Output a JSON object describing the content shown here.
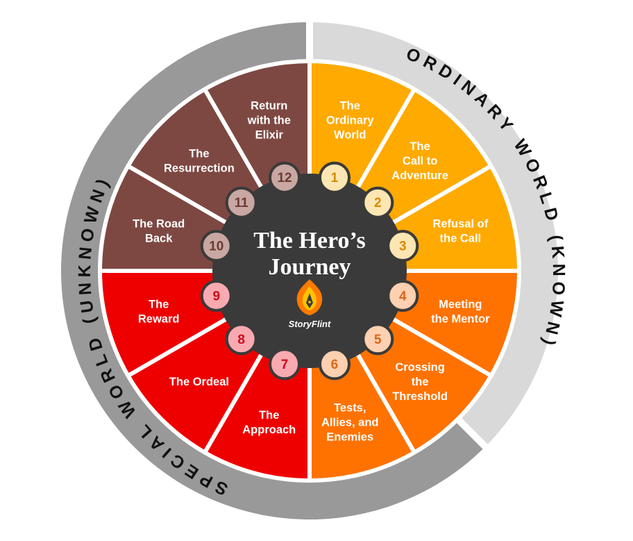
{
  "title": {
    "line1": "The Hero’s",
    "line2": "Journey"
  },
  "brand": {
    "name": "StoryFlint",
    "icon": "flame-pen-nib-icon"
  },
  "outer_ring": {
    "ordinary": "ORDINARY WORLD (KNOWN)",
    "special": "SPECIAL WORLD (UNKNOWN)"
  },
  "colors": {
    "ordinary_ring": "#d9d9d9",
    "special_ring": "#999999",
    "outline": "#ffffff",
    "hub": "#3a3a3a"
  },
  "stages": [
    {
      "number": "1",
      "lines": [
        "The",
        "Ordinary",
        "World"
      ],
      "color": "#ffaa00",
      "badge_fill": "#fde6b2",
      "badge_text": "#d98a00"
    },
    {
      "number": "2",
      "lines": [
        "The",
        "Call to",
        "Adventure"
      ],
      "color": "#ffaa00",
      "badge_fill": "#fde6b2",
      "badge_text": "#d98a00"
    },
    {
      "number": "3",
      "lines": [
        "Refusal of",
        "the Call"
      ],
      "color": "#ffaa00",
      "badge_fill": "#fde6b2",
      "badge_text": "#d98a00"
    },
    {
      "number": "4",
      "lines": [
        "Meeting",
        "the Mentor"
      ],
      "color": "#ff7200",
      "badge_fill": "#fcd0b0",
      "badge_text": "#d9661a"
    },
    {
      "number": "5",
      "lines": [
        "Crossing",
        "the",
        "Threshold"
      ],
      "color": "#ff7200",
      "badge_fill": "#fcd0b0",
      "badge_text": "#d9661a"
    },
    {
      "number": "6",
      "lines": [
        "Tests,",
        "Allies, and",
        "Enemies"
      ],
      "color": "#ff7200",
      "badge_fill": "#fcd0b0",
      "badge_text": "#d9661a"
    },
    {
      "number": "7",
      "lines": [
        "The",
        "Approach"
      ],
      "color": "#ee0000",
      "badge_fill": "#f9aab0",
      "badge_text": "#cc0a1a"
    },
    {
      "number": "8",
      "lines": [
        "The Ordeal"
      ],
      "color": "#ee0000",
      "badge_fill": "#f9aab0",
      "badge_text": "#cc0a1a"
    },
    {
      "number": "9",
      "lines": [
        "The",
        "Reward"
      ],
      "color": "#ee0000",
      "badge_fill": "#f9aab0",
      "badge_text": "#cc0a1a"
    },
    {
      "number": "10",
      "lines": [
        "The Road",
        "Back"
      ],
      "color": "#7e4842",
      "badge_fill": "#c9a7a2",
      "badge_text": "#6b3a34"
    },
    {
      "number": "11",
      "lines": [
        "The",
        "Resurrection"
      ],
      "color": "#7e4842",
      "badge_fill": "#c9a7a2",
      "badge_text": "#6b3a34"
    },
    {
      "number": "12",
      "lines": [
        "Return",
        "with the",
        "Elixir"
      ],
      "color": "#7e4842",
      "badge_fill": "#c9a7a2",
      "badge_text": "#6b3a34"
    }
  ]
}
